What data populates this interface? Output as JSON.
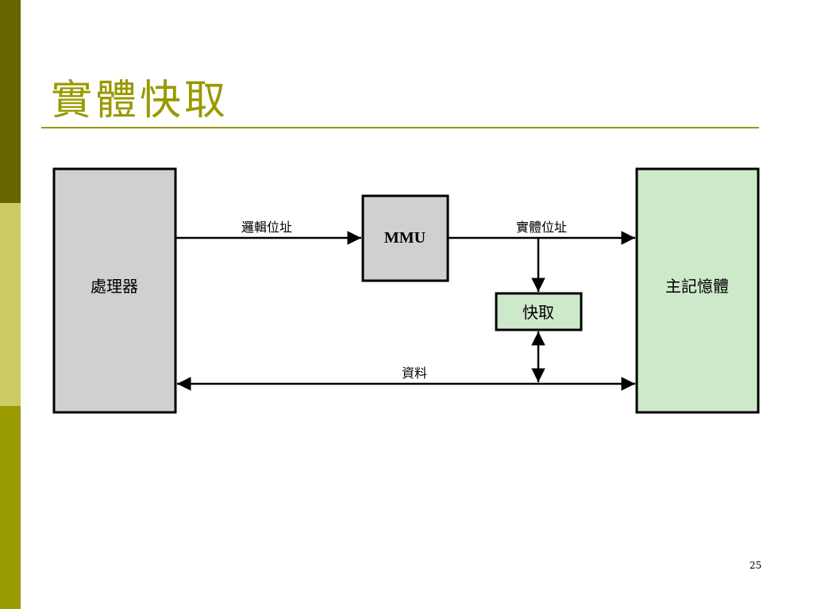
{
  "slide": {
    "title": "實體快取",
    "page_number": "25"
  },
  "diagram": {
    "nodes": {
      "processor": "處理器",
      "mmu": "MMU",
      "cache": "快取",
      "main_memory": "主記憶體"
    },
    "edges": {
      "logical_address": "邏輯位址",
      "physical_address": "實體位址",
      "data": "資料"
    },
    "colors": {
      "gray_fill": "#d0d0d0",
      "green_fill": "#cde9c9",
      "accent": "#999900"
    }
  }
}
